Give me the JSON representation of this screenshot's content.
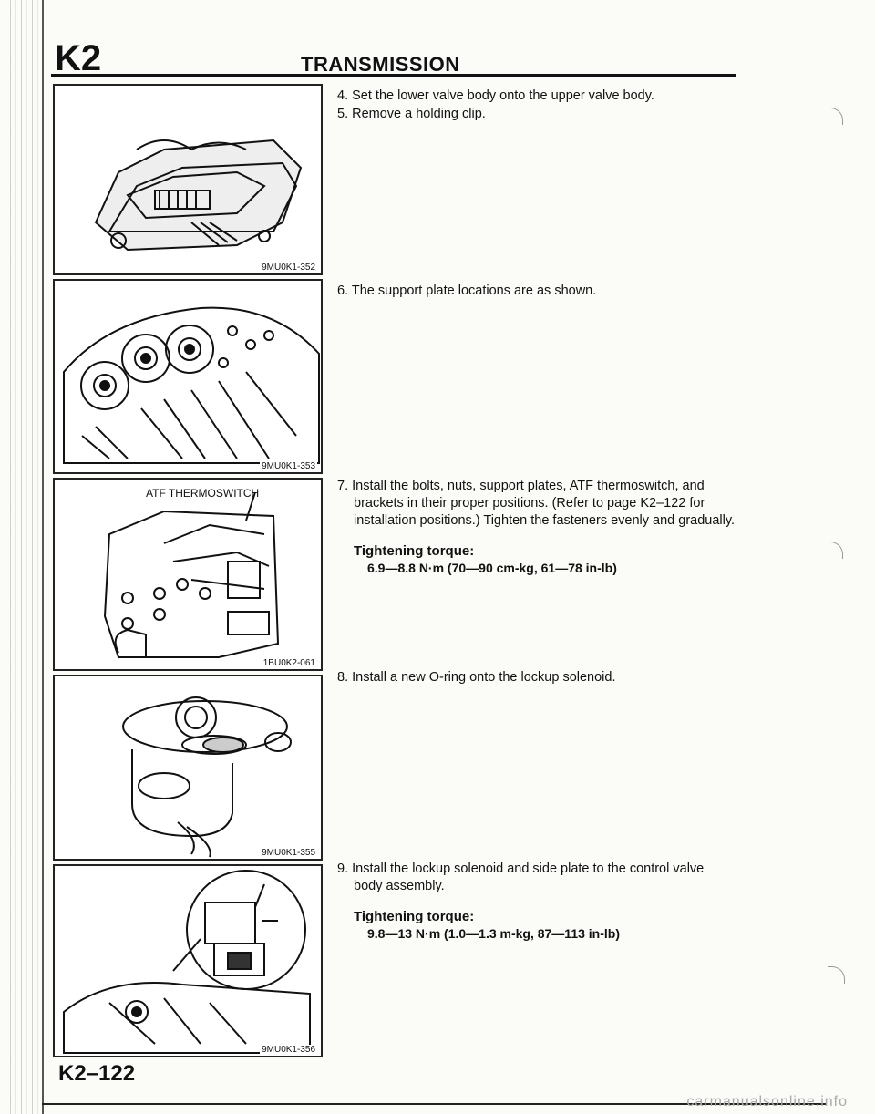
{
  "header": {
    "code": "K2",
    "title": "TRANSMISSION"
  },
  "figures": [
    {
      "code": "9MU0K1-352"
    },
    {
      "code": "9MU0K1-353"
    },
    {
      "code": "1BU0K2-061",
      "label": "ATF THERMOSWITCH"
    },
    {
      "code": "9MU0K1-355"
    },
    {
      "code": "9MU0K1-356"
    }
  ],
  "steps": {
    "s4": "4. Set the lower valve body onto the upper valve body.",
    "s5": "5. Remove a holding clip.",
    "s6": "6. The support plate locations are as shown.",
    "s7": {
      "line1": "7. Install the bolts, nuts, support plates, ATF thermoswitch, and",
      "cont": "brackets in their proper positions. (Refer to page K2–122 for installation positions.) Tighten the fasteners evenly and gradually.",
      "torque_label": "Tightening torque:",
      "torque_value": "6.9—8.8 N·m (70—90 cm-kg, 61—78 in-lb)"
    },
    "s8": "8. Install a new O-ring onto the lockup solenoid.",
    "s9": {
      "line1": "9. Install the lockup solenoid and side plate to the control valve",
      "cont": "body assembly.",
      "torque_label": "Tightening torque:",
      "torque_value": "9.8—13 N·m (1.0—1.3 m-kg, 87—113 in-lb)"
    }
  },
  "footer": {
    "page": "K2–122",
    "watermark": "carmanualsonline.info"
  }
}
